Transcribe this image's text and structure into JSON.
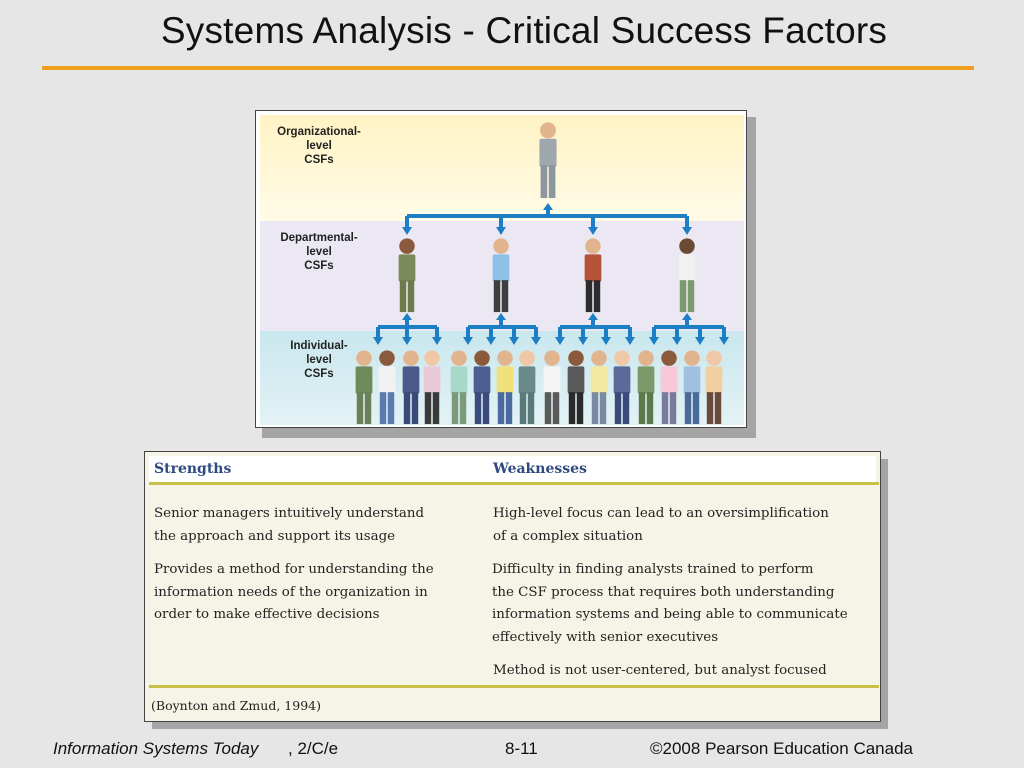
{
  "slide": {
    "title": "Systems Analysis - Critical Success Factors"
  },
  "figure": {
    "levels": [
      {
        "label": "Organizational-\nlevel\nCSFs"
      },
      {
        "label": "Departmental-\nlevel\nCSFs"
      },
      {
        "label": "Individual-\nlevel\nCSFs"
      }
    ],
    "colors": {
      "arrow": "#1c7ec4",
      "org_band": "#fff3c4",
      "dept_band": "#ebe8f3",
      "ind_band": "#c9e7ee"
    }
  },
  "table": {
    "headers": {
      "strengths": "Strengths",
      "weaknesses": "Weaknesses"
    },
    "strengths": [
      "Senior managers intuitively understand\nthe approach and support its usage",
      "Provides a method for understanding the\ninformation needs of the organization in\norder to make effective decisions"
    ],
    "weaknesses": [
      "High-level focus can lead to an oversimplification\nof a complex situation",
      "Difficulty in finding analysts trained to perform\nthe CSF process that requires both understanding\ninformation systems and being able to communicate\neffectively with senior executives",
      "Method is not user-centered, but analyst focused"
    ],
    "source": "(Boynton and Zmud, 1994)",
    "colors": {
      "header": "#2f4a80",
      "rule": "#c9c04a",
      "background": "#f6f4e6"
    }
  },
  "footer": {
    "book_title": "Information Systems Today",
    "edition": ", 2/C/e",
    "page": "8-11",
    "copyright": "©2008 Pearson Education Canada"
  }
}
